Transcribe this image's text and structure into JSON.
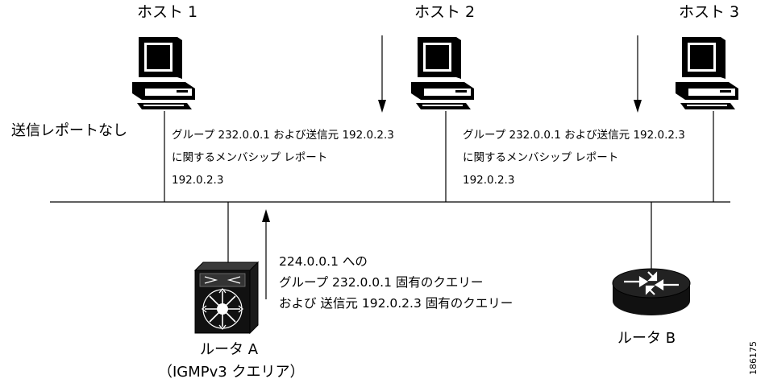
{
  "hosts": [
    {
      "label": "ホスト 1"
    },
    {
      "label": "ホスト 2"
    },
    {
      "label": "ホスト 3"
    }
  ],
  "host1_note": "送信レポートなし",
  "report_host2": {
    "line1": "グループ 232.0.0.1 および送信元 192.0.2.3",
    "line2": "に関するメンバシップ レポート",
    "line3": "192.0.2.3"
  },
  "report_host3": {
    "line1": "グループ 232.0.0.1 および送信元 192.0.2.3",
    "line2": "に関するメンバシップ レポート",
    "line3": "192.0.2.3"
  },
  "query": {
    "line1": "224.0.0.1 への",
    "line2": "グループ 232.0.0.1 固有のクエリー",
    "line3": "および 送信元 192.0.2.3 固有のクエリー"
  },
  "router_a": {
    "label": "ルータ A",
    "sublabel": "（IGMPv3 クエリア）"
  },
  "router_b": {
    "label": "ルータ B"
  },
  "figure_id": "186175"
}
